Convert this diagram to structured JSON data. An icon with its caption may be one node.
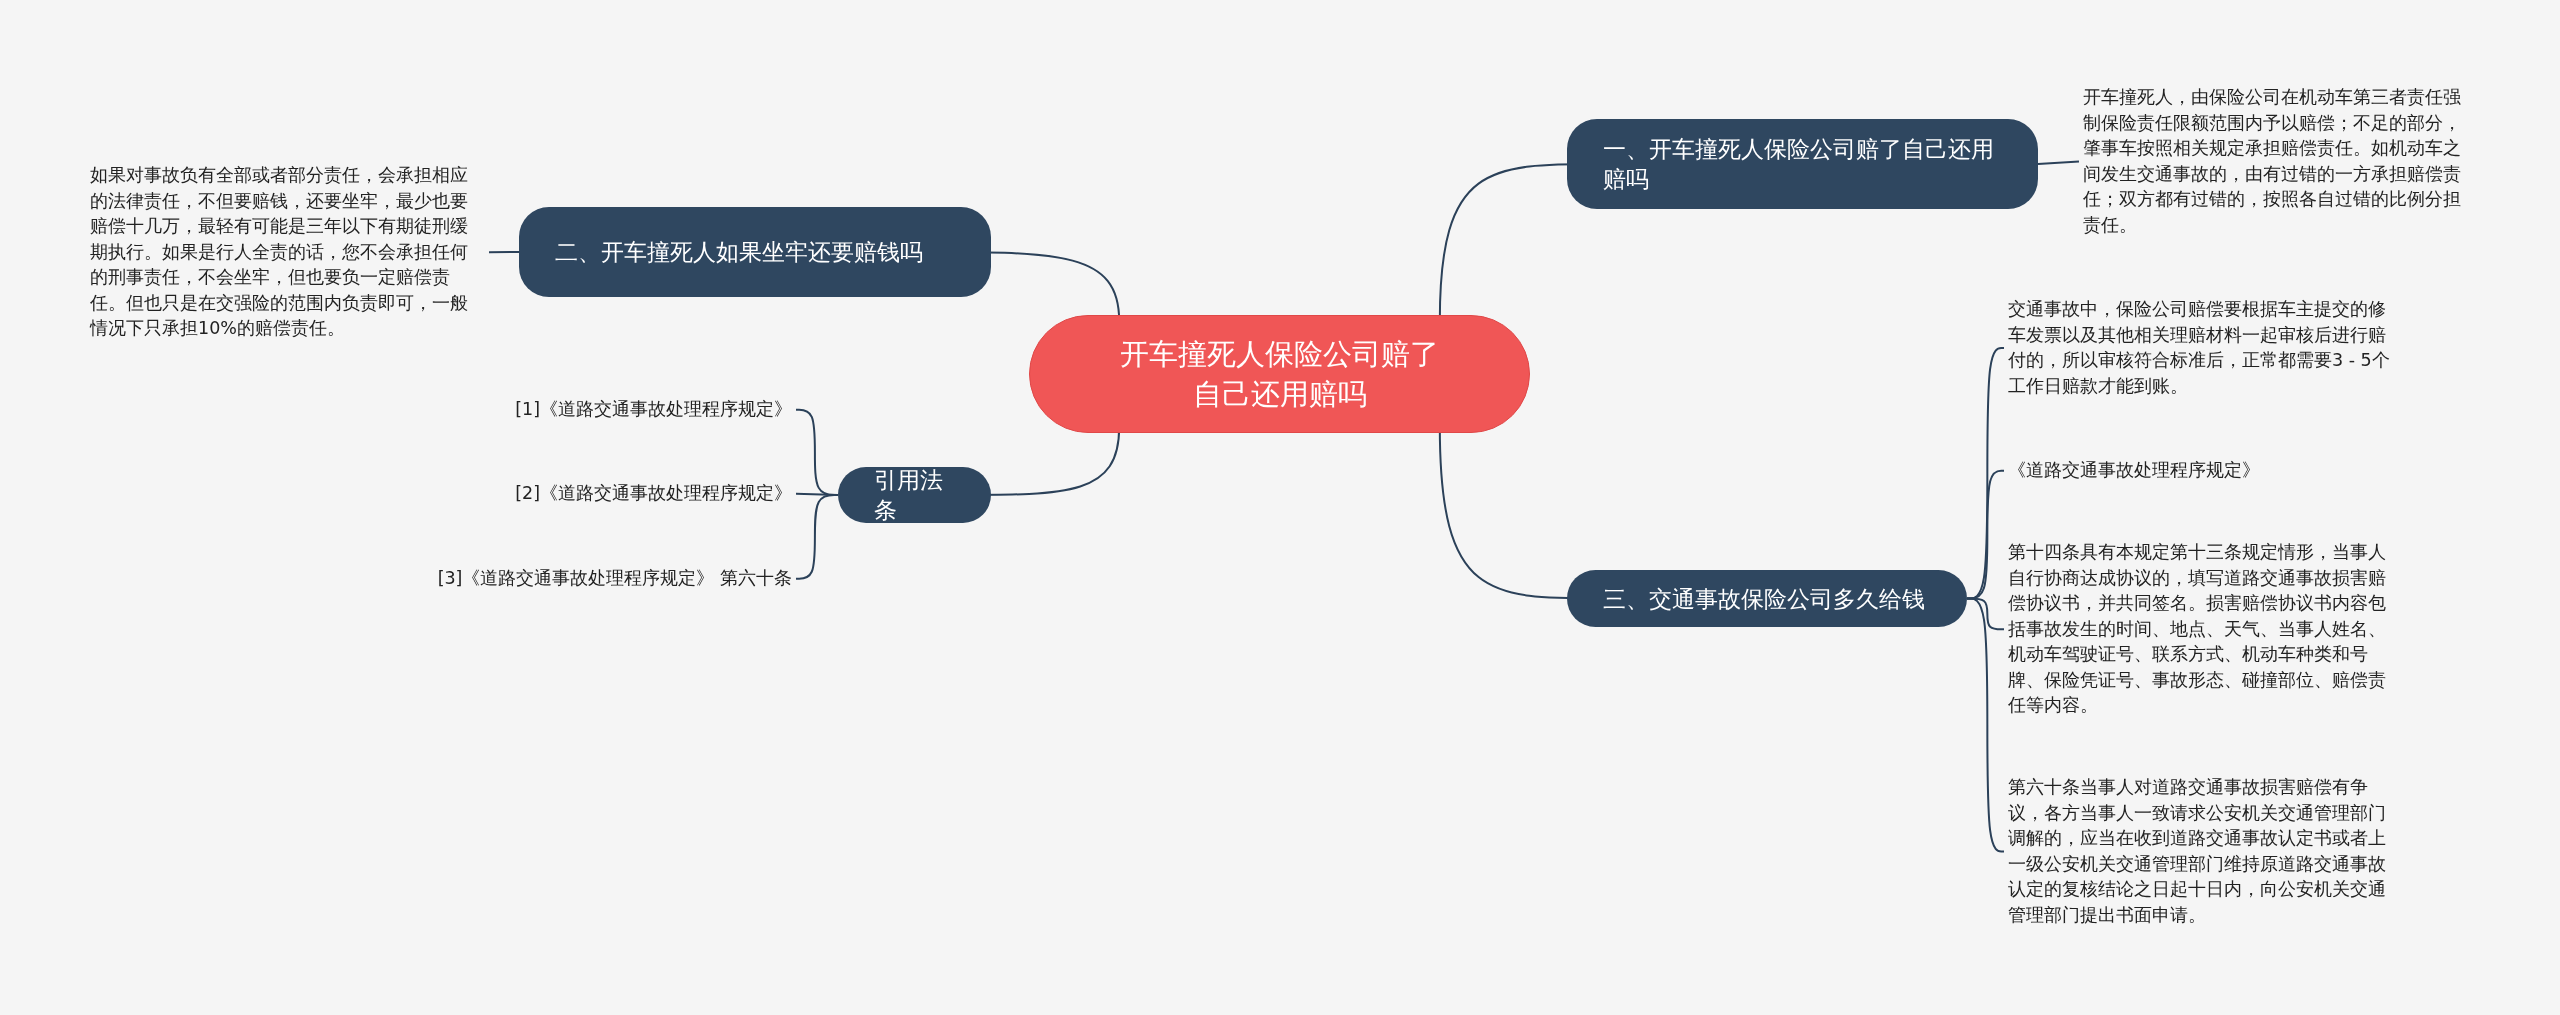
{
  "diagram": {
    "nodes": [
      {
        "text": [
          "开车撞死人保险公司赔了自己还用赔吗"
        ]
      },
      {
        "text": [
          "一、开车撞死人保险公司赔了自己还用赔吗"
        ]
      },
      {
        "text": [
          "开车撞死人，由保险公司在机动车第三者责任强制保险责任限额范围内予以赔偿；不足的部分，肇事车按照相关规定承担赔偿责任。如机动车之间发生交通事故的，由有过错的一方承担赔偿责任；双方都有过错的，按照各自过错的比例分担责任。"
        ]
      },
      {
        "text": [
          "二、开车撞死人如果坐牢还要赔钱吗"
        ]
      },
      {
        "text": [
          "如果对事故负有全部或者部分责任，会承担相应的法律责任，不但要赔钱，还要坐牢，最少也要赔偿十几万，最轻有可能是三年以下有期徒刑缓期执行。如果是行人全责的话，您不会承担任何的刑事责任，不会坐牢，但也要负一定赔偿责任。但也只是在交强险的范围内负责即可，一般情况下只承担10%的赔偿责任。"
        ]
      },
      {
        "text": [
          "引用法条"
        ]
      },
      {
        "text": [
          "[1]《道路交通事故处理程序规定》"
        ]
      },
      {
        "text": [
          "[2]《道路交通事故处理程序规定》"
        ]
      },
      {
        "text": [
          "[3]《道路交通事故处理程序规定》 第六十条"
        ]
      },
      {
        "text": [
          "三、交通事故保险公司多久给钱"
        ]
      },
      {
        "text": [
          "交通事故中，保险公司赔偿要根据车主提交的修车发票以及其他相关理赔材料一起审核后进行赔付的，所以审核符合标准后，正常都需要3 - 5个工作日赔款才能到账。"
        ]
      },
      {
        "text": [
          "《道路交通事故处理程序规定》"
        ]
      },
      {
        "text": [
          "第十四条具有本规定第十三条规定情形，当事人自行协商达成协议的，填写道路交通事故损害赔偿协议书，并共同签名。损害赔偿协议书内容包括事故发生的时间、地点、天气、当事人姓名、机动车驾驶证号、联系方式、机动车种类和号牌、保险凭证号、事故形态、碰撞部位、赔偿责任等内容。"
        ]
      },
      {
        "text": [
          "第六十条当事人对道路交通事故损害赔偿有争议，各方当事人一致请求公安机关交通管理部门调解的，应当在收到道路交通事故认定书或者上一级公安机关交通管理部门维持原道路交通事故认定的复核结论之日起十日内，向公安机关交通管理部门提出书面申请。"
        ]
      }
    ],
    "edges": [
      {
        "from": 0,
        "to": 1,
        "arrow": "none"
      },
      {
        "from": 1,
        "to": 2,
        "arrow": "none"
      },
      {
        "from": 0,
        "to": 3,
        "arrow": "none"
      },
      {
        "from": 3,
        "to": 4,
        "arrow": "none"
      },
      {
        "from": 0,
        "to": 5,
        "arrow": "none"
      },
      {
        "from": 5,
        "to": 6,
        "arrow": "none"
      },
      {
        "from": 5,
        "to": 7,
        "arrow": "none"
      },
      {
        "from": 5,
        "to": 8,
        "arrow": "none"
      },
      {
        "from": 0,
        "to": 9,
        "arrow": "none"
      },
      {
        "from": 9,
        "to": 10,
        "arrow": "none"
      },
      {
        "from": 9,
        "to": 11,
        "arrow": "none"
      },
      {
        "from": 9,
        "to": 12,
        "arrow": "none"
      },
      {
        "from": 9,
        "to": 13,
        "arrow": "none"
      }
    ]
  }
}
